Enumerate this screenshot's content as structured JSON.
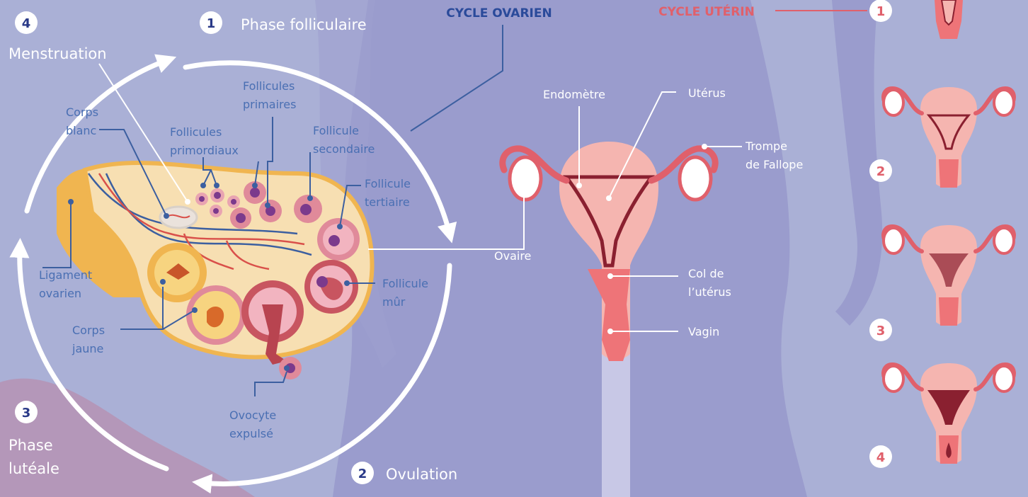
{
  "headers": {
    "ovarian": "CYCLE OVARIEN",
    "uterine": "CYCLE UTÉRIN"
  },
  "phases": [
    {
      "num": "1",
      "name": "Phase folliculaire"
    },
    {
      "num": "2",
      "name": "Ovulation"
    },
    {
      "num": "3",
      "name": "Phase lutéale"
    },
    {
      "num": "4",
      "name": "Menstruation"
    }
  ],
  "phase3_lines": [
    "Phase",
    "lutéale"
  ],
  "ovary_labels": {
    "corps_blanc": [
      "Corps",
      "blanc"
    ],
    "follicules_primordiaux": [
      "Follicules",
      "primordiaux"
    ],
    "follicules_primaires": [
      "Follicules",
      "primaires"
    ],
    "follicule_secondaire": [
      "Follicule",
      "secondaire"
    ],
    "follicule_tertiaire": [
      "Follicule",
      "tertiaire"
    ],
    "follicule_mur": [
      "Follicule",
      "mûr"
    ],
    "ligament_ovarien": [
      "Ligament",
      "ovarien"
    ],
    "corps_jaune": [
      "Corps",
      "jaune"
    ],
    "ovocyte_expulse": [
      "Ovocyte",
      "expulsé"
    ]
  },
  "uterus_labels": {
    "endometre": "Endomètre",
    "uterus": "Utérus",
    "trompe": [
      "Trompe",
      "de Fallope"
    ],
    "ovaire": "Ovaire",
    "col": [
      "Col de",
      "l’utérus"
    ],
    "vagin": "Vagin"
  },
  "uterine_stage_numbers": [
    "1",
    "2",
    "3",
    "4"
  ],
  "colors": {
    "background": "#aab0d6",
    "body": "#9a9ccd",
    "blue_label": "#4a6fb3",
    "pink_accent": "#e0606b",
    "navy_badge": "#2a3a88",
    "ovary_fill": "#f7dfb2",
    "ovary_edge": "#f0b550"
  }
}
